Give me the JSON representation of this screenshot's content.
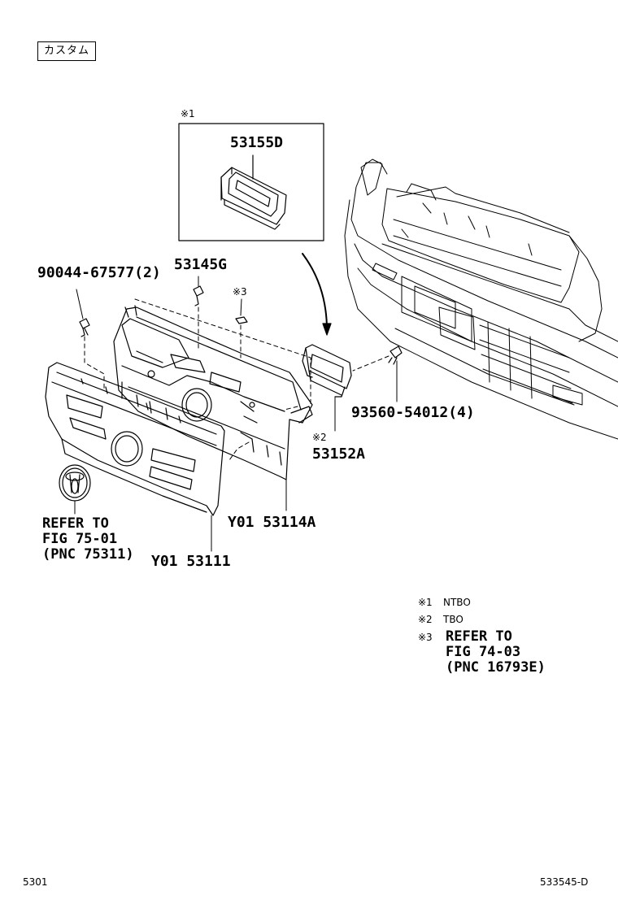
{
  "tag": "カスタム",
  "callouts": {
    "box_note": "※1",
    "p53155D": "53155D",
    "p90044": "90044-67577(2)",
    "p53145G": "53145G",
    "note3": "※3",
    "p93560": "93560-54012(4)",
    "note2": "※2",
    "p53152A": "53152A",
    "p53114A": "Y01 53114A",
    "p53111": "Y01 53111",
    "emblem_ref": "REFER TO\nFIG 75-01\n(PNC 75311)"
  },
  "legend": {
    "n1_mark": "※1",
    "n1_text": "NTBO",
    "n2_mark": "※2",
    "n2_text": "TBO",
    "n3_mark": "※3",
    "n3_text": "REFER TO\nFIG 74-03\n(PNC 16793E)"
  },
  "footer": {
    "left": "5301",
    "right": "533545-D"
  }
}
